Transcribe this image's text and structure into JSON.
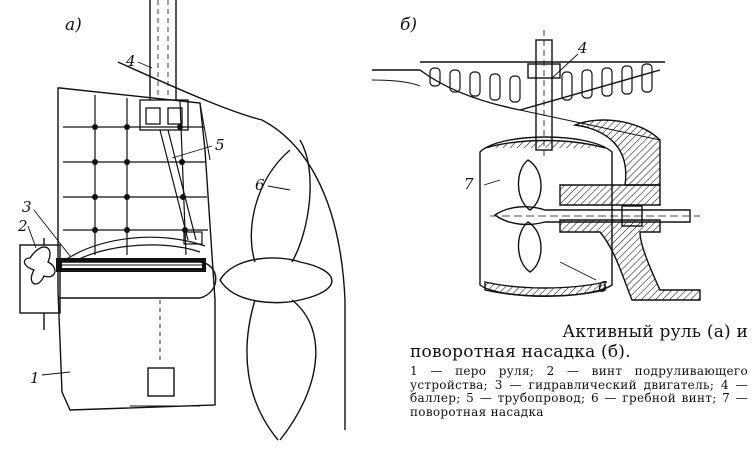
{
  "panels": {
    "a": "а)",
    "b": "б)"
  },
  "labels_a": {
    "n1": "1",
    "n2": "2",
    "n3": "3",
    "n4": "4",
    "n5": "5",
    "n6": "6"
  },
  "labels_b": {
    "n4": "4",
    "n6": "6",
    "n7": "7"
  },
  "caption": {
    "title_line1": "Активный руль (а) и",
    "title_line2": "поворотная насадка (б).",
    "legend": "1 — перо руля; 2 — винт подруливающего устройства; 3 — гидравлический двигатель; 4 — баллер; 5 — трубопровод; 6 — гребной винт; 7 — поворотная насадка"
  },
  "colors": {
    "ink": "#111111",
    "paper": "#ffffff"
  }
}
